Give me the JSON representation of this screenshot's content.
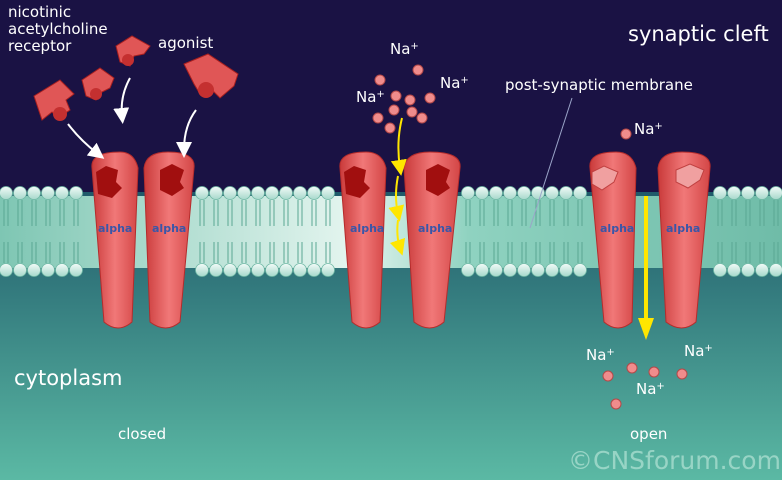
{
  "labels": {
    "receptor": "nicotinic\nacetylcholine\nreceptor",
    "agonist": "agonist",
    "synaptic_cleft": "synaptic cleft",
    "membrane": "post-synaptic membrane",
    "cytoplasm": "cytoplasm",
    "closed": "closed",
    "open": "open",
    "copyright": "©CNSforum.com"
  },
  "ion": {
    "symbol": "Na",
    "charge": "+"
  },
  "subunit_label": "alpha",
  "colors": {
    "cleft": "#1a1244",
    "cytoplasm_top": "#1f5a6a",
    "cytoplasm_bottom": "#5bb9a4",
    "membrane": "#86cbb9",
    "lipid_head": "#d7eee8",
    "receptor": "#e05656",
    "receptor_dark": "#c43030",
    "binding_site": "#9e0d0d",
    "ion": "#f08c8c",
    "flow_arrow": "#ffe600"
  },
  "icons": {
    "agonist_arrow": "white-curved-arrow-icon",
    "ion_flow": "yellow-arrow-icon"
  }
}
